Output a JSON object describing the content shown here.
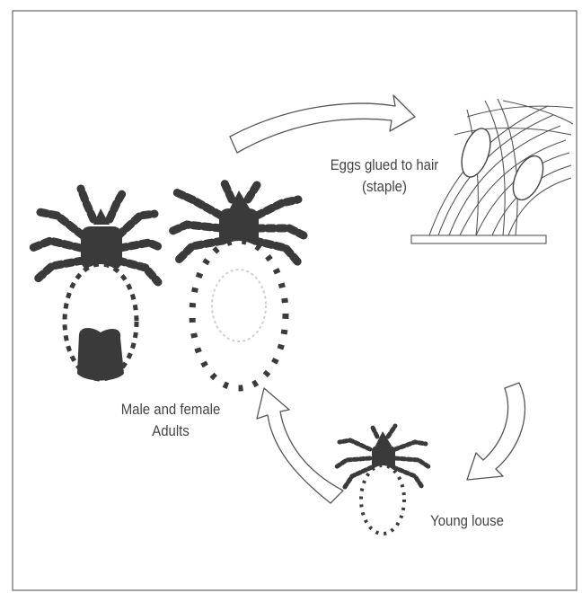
{
  "labels": {
    "eggs_line1": "Eggs glued to hair",
    "eggs_line2": "(staple)",
    "adults_line1": "Male and female",
    "adults_line2": "Adults",
    "young": "Young louse"
  },
  "colors": {
    "ink": "#3a3a3a",
    "stroke": "#555555",
    "background": "#ffffff"
  }
}
